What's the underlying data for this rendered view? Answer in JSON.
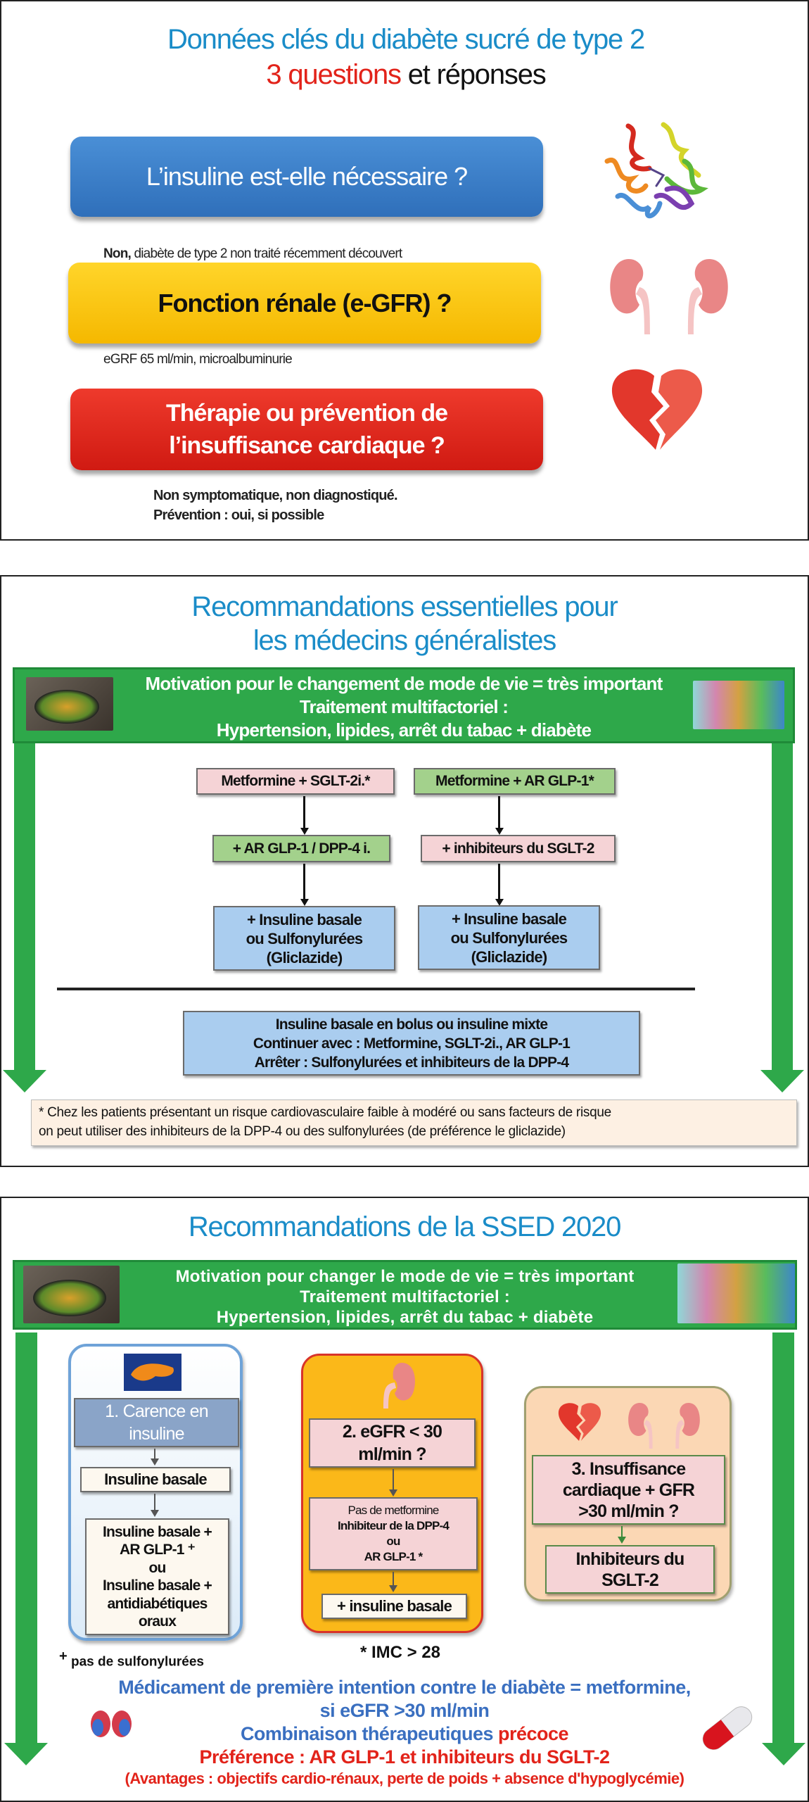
{
  "panel1": {
    "title_line1": "Données clés du diabète sucré de type 2",
    "title_red": "3 questions",
    "title_rest": " et réponses",
    "q1": {
      "label": "L’insuline est-elle nécessaire ?",
      "answer_bold": "Non,",
      "answer_rest": " diabète de type 2 non traité  récemment découvert",
      "icon": "insulin-molecule-icon"
    },
    "q2": {
      "label": "Fonction rénale (e-GFR) ?",
      "answer": "eGRF 65 ml/min, microalbuminurie",
      "icon": "kidneys-icon"
    },
    "q3": {
      "label": "Thérapie ou prévention de\nl’insuffisance cardiaque ?",
      "answer": "Non symptomatique, non diagnostiqué.\nPrévention : oui, si possible",
      "icon": "broken-heart-icon"
    },
    "colors": {
      "q1": "#3b7fca",
      "q2": "#fdc814",
      "q3": "#e2231a",
      "title": "#1a8cc8",
      "accent": "#e2231a"
    }
  },
  "panel2": {
    "title": "Recommandations essentielles pour\nles médecins généralistes",
    "header": [
      "Motivation pour le changement de mode de vie = très important",
      "Traitement multifactoriel :",
      "Hypertension, lipides, arrêt du tabac + diabète"
    ],
    "col1": [
      "Metformine + SGLT-2i.*",
      "+ AR GLP-1 / DPP-4 i.",
      "+ Insuline basale\nou Sulfonylurées\n(Gliclazide)"
    ],
    "col2": [
      "Metformine + AR GLP-1*",
      "+ inhibiteurs du SGLT-2",
      "+ Insuline basale\nou Sulfonylurées\n(Gliclazide)"
    ],
    "bottom_box": "Insuline basale en bolus ou insuline mixte\nContinuer avec : Metformine, SGLT-2i., AR GLP-1\nArrêter : Sulfonylurées et inhibiteurs de la DPP-4",
    "footnote": "* Chez les patients présentant un risque cardiovasculaire faible à modéré ou sans facteurs de risque\non peut utiliser des inhibiteurs de la DPP-4 ou des sulfonylurées (de préférence le gliclazide)"
  },
  "panel3": {
    "title": "Recommandations de la SSED 2020",
    "header": [
      "Motivation pour changer le mode de vie = très important",
      "Traitement multifactoriel :",
      "Hypertension, lipides, arrêt du tabac + diabète"
    ],
    "box1": {
      "head": "1. Carence en\ninsuline",
      "step1": "Insuline basale",
      "step2": "Insuline basale +\nAR GLP-1 ⁺\nou\nInsuline basale +\nantidiabétiques\noraux",
      "note_sup": "+",
      "note": "pas de sulfonylurées"
    },
    "box2": {
      "head": "2. eGFR < 30\nml/min ?",
      "step1_normal": "Pas de metformine",
      "step1_bold": "Inhibiteur de la DPP-4\nou\nAR GLP-1 *",
      "step2": "+ insuline basale",
      "note": "* IMC > 28"
    },
    "box3": {
      "head": "3. Insuffisance\ncardiaque + GFR\n>30 ml/min ?",
      "step1": "Inhibiteurs du\nSGLT-2"
    },
    "bottom": {
      "line1": "Médicament de première intention contre le diabète = metformine,",
      "line2": "si eGFR >30 ml/min",
      "line3_blue": "Combinaison thérapeutiques ",
      "line3_red": "précoce",
      "line4": "Préférence : AR GLP-1 et inhibiteurs du SGLT-2",
      "line5": "(Avantages : objectifs cardio-rénaux, perte de poids + absence d'hypoglycémie)"
    }
  }
}
